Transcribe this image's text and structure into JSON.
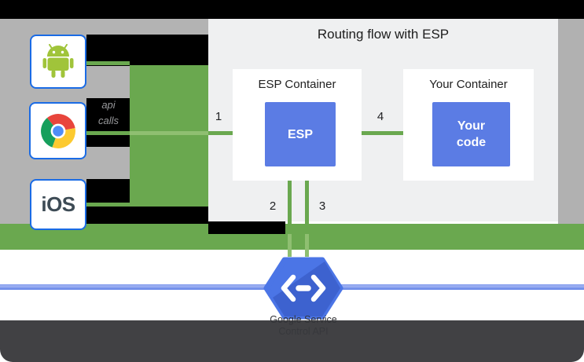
{
  "diagram": {
    "title": "Routing flow with ESP",
    "clients": {
      "android_icon": "android-robot-icon",
      "chrome_icon": "chrome-browser-icon",
      "ios_label": "iOS",
      "api_calls_line1": "api",
      "api_calls_line2": "calls"
    },
    "panel": {
      "esp_container": {
        "label": "ESP Container",
        "esp_box_label": "ESP"
      },
      "your_container": {
        "label": "Your Container",
        "code_line1": "Your",
        "code_line2": "code"
      },
      "steps": {
        "s1": "1",
        "s2": "2",
        "s3": "3",
        "s4": "4"
      }
    },
    "service": {
      "icon": "cloud-endpoints-hexagon-icon",
      "line1": "Google Service",
      "line2": "Control API"
    },
    "colors": {
      "green": "#6aa84f",
      "green_light": "#8fbf71",
      "blue_box": "#5b7ce4",
      "panel_bg": "#eff0f1",
      "gray_bg": "#b3b3b3",
      "black_patch": "#000000",
      "blue_line": "#5c7ee6",
      "footer": "#414144",
      "client_box_border": "#1a6be5",
      "android_green": "#a0c43a"
    }
  }
}
